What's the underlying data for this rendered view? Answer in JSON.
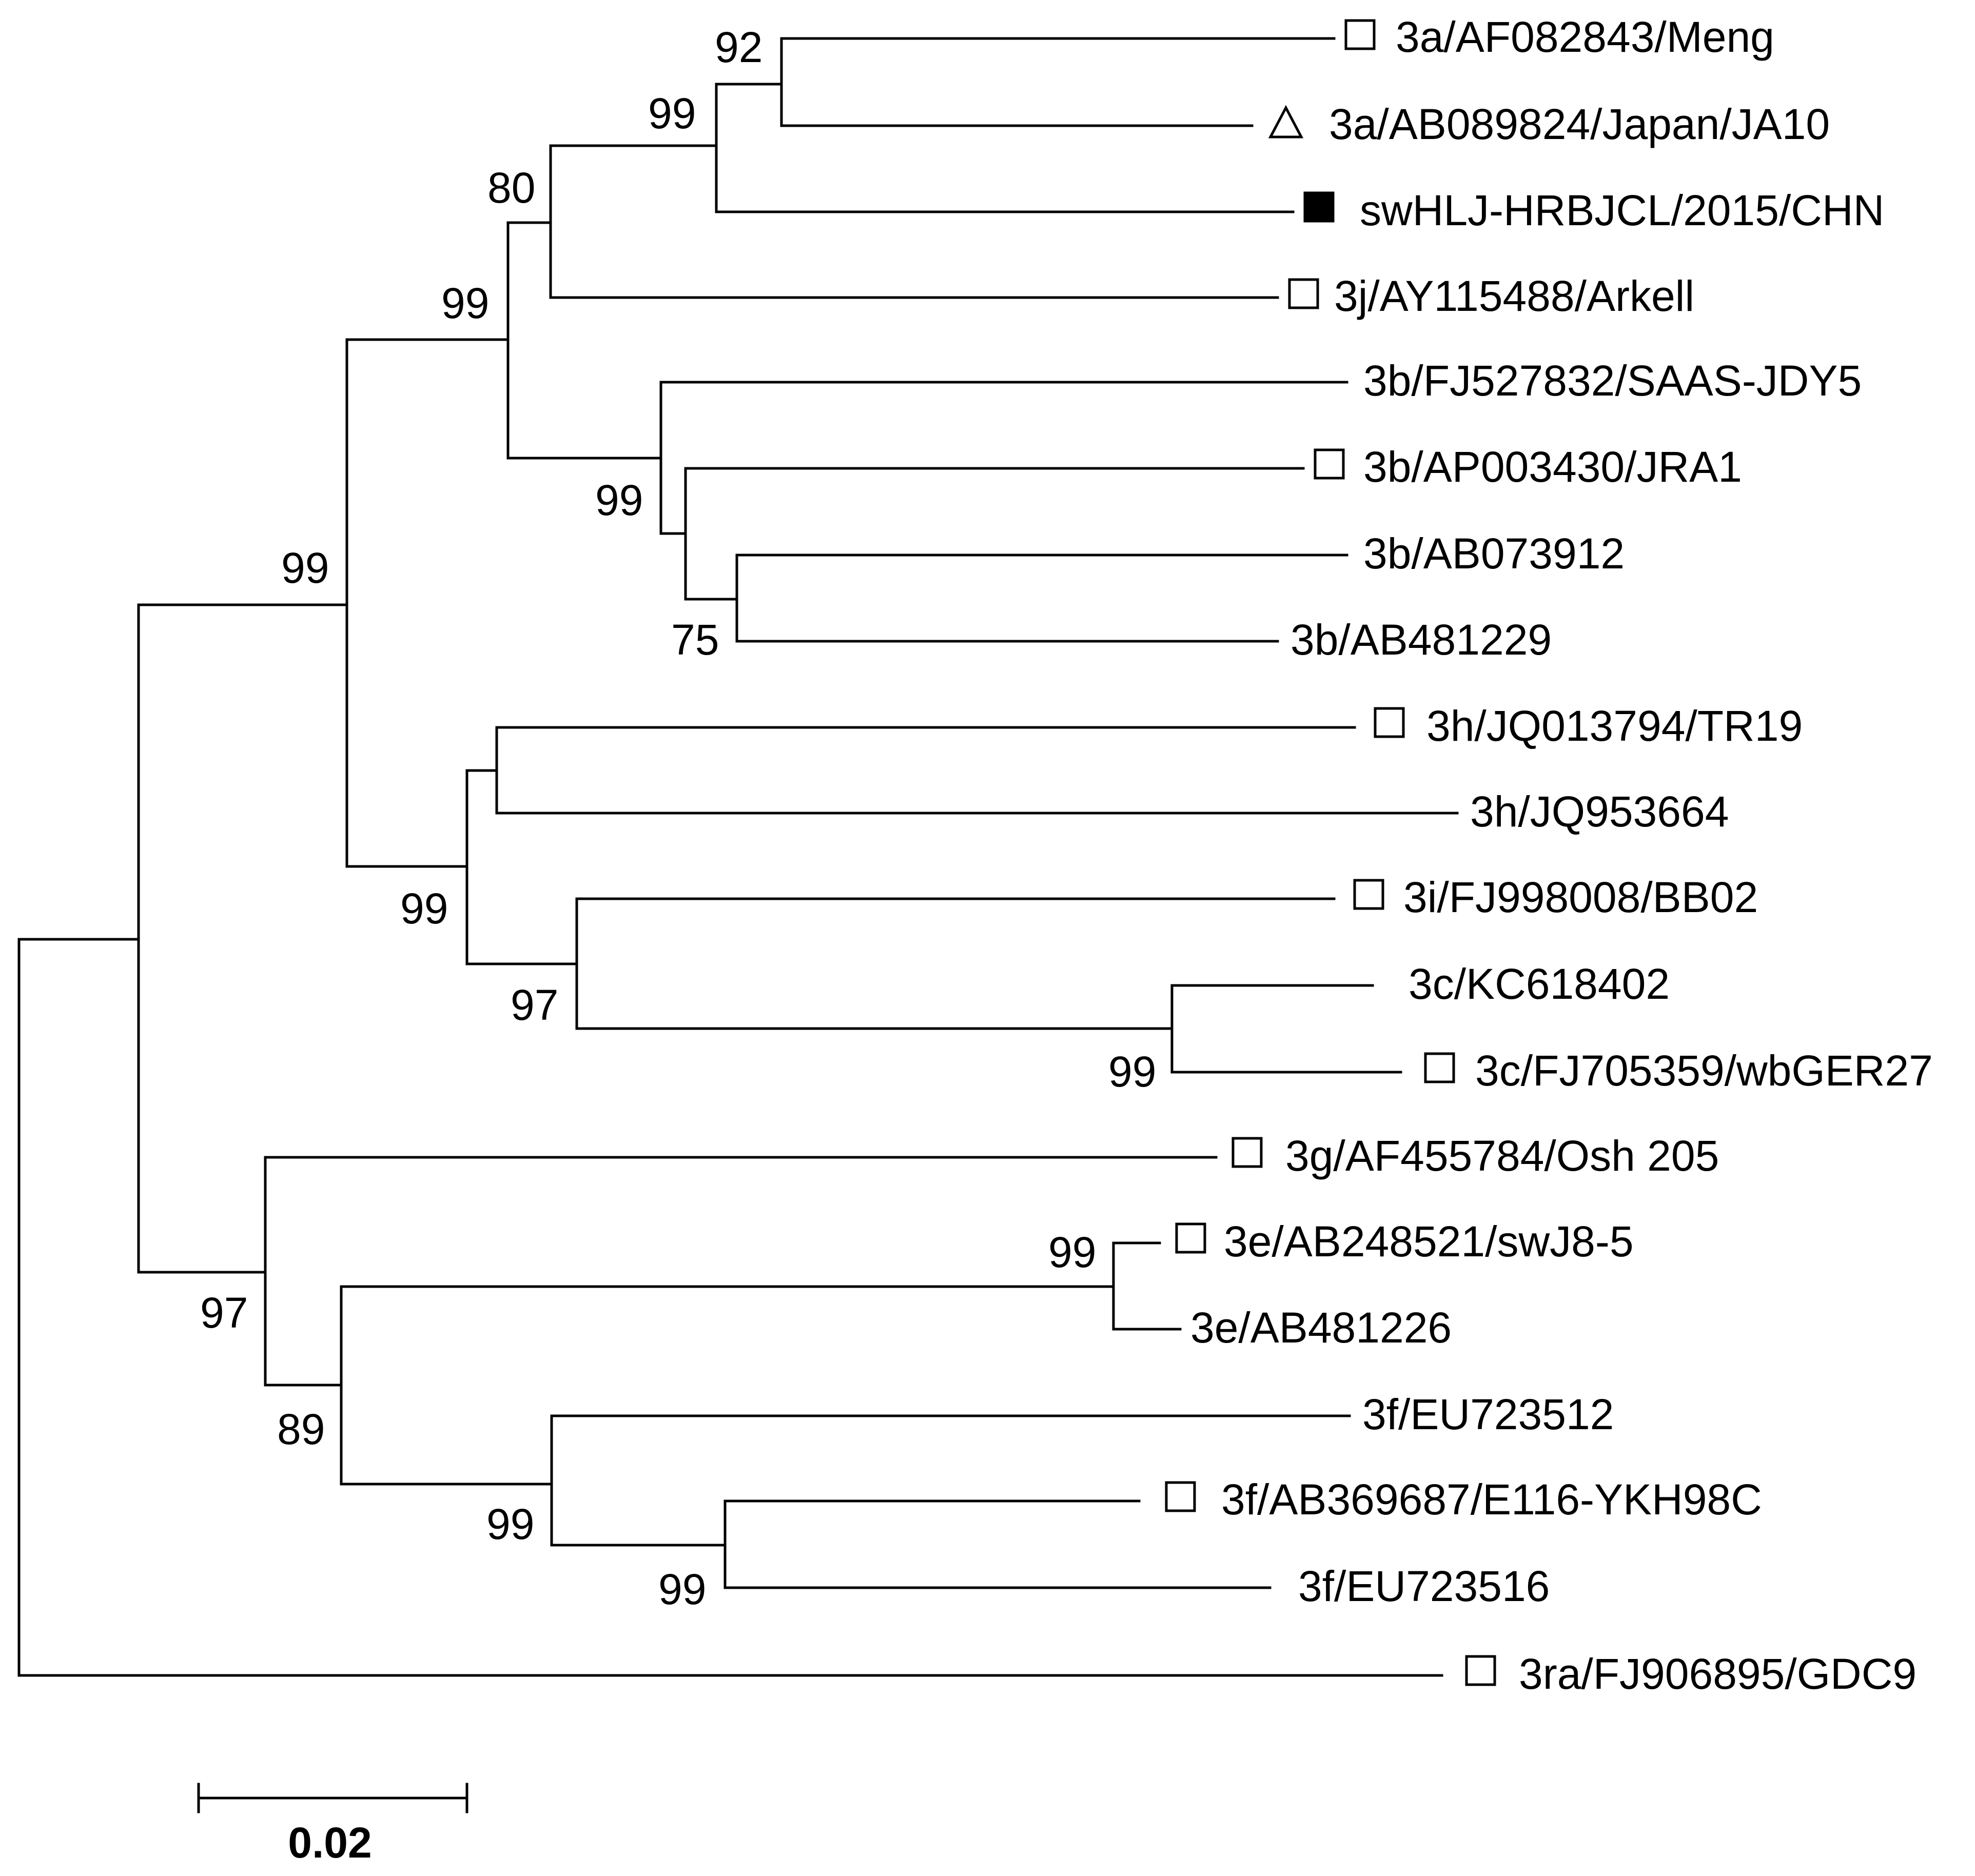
{
  "tree": {
    "taxa": [
      {
        "label": "3a/AF082843/Meng",
        "marker": "open-square"
      },
      {
        "label": "3a/AB089824/Japan/JA10",
        "marker": "open-triangle"
      },
      {
        "label": "swHLJ-HRBJCL/2015/CHN",
        "marker": "filled-square"
      },
      {
        "label": "3j/AY115488/Arkell",
        "marker": "open-square"
      },
      {
        "label": "3b/FJ527832/SAAS-JDY5",
        "marker": "none"
      },
      {
        "label": "3b/AP003430/JRA1",
        "marker": "open-square"
      },
      {
        "label": "3b/AB073912",
        "marker": "none"
      },
      {
        "label": "3b/AB481229",
        "marker": "none"
      },
      {
        "label": "3h/JQ013794/TR19",
        "marker": "open-square"
      },
      {
        "label": "3h/JQ953664",
        "marker": "none"
      },
      {
        "label": "3i/FJ998008/BB02",
        "marker": "open-square"
      },
      {
        "label": "3c/KC618402",
        "marker": "none"
      },
      {
        "label": "3c/FJ705359/wbGER27",
        "marker": "open-square"
      },
      {
        "label": "3g/AF455784/Osh 205",
        "marker": "open-square"
      },
      {
        "label": "3e/AB248521/swJ8-5",
        "marker": "open-square"
      },
      {
        "label": "3e/AB481226",
        "marker": "none"
      },
      {
        "label": "3f/EU723512",
        "marker": "none"
      },
      {
        "label": "3f/AB369687/E116-YKH98C",
        "marker": "open-square"
      },
      {
        "label": "3f/EU723516",
        "marker": "none"
      },
      {
        "label": "3ra/FJ906895/GDC9",
        "marker": "open-square"
      }
    ],
    "bootstrap": [
      {
        "node": "meng-japan",
        "value": "92"
      },
      {
        "node": "3a-plus-swhlj",
        "value": "99"
      },
      {
        "node": "3a-plus-3j",
        "value": "80"
      },
      {
        "node": "3a-3j-3b",
        "value": "99"
      },
      {
        "node": "3b-clade",
        "value": "99"
      },
      {
        "node": "3b-ab-pair",
        "value": "75"
      },
      {
        "node": "3abchij",
        "value": "99"
      },
      {
        "node": "3h-3i-3c",
        "value": "99"
      },
      {
        "node": "3i-3c",
        "value": "97"
      },
      {
        "node": "3c-pair",
        "value": "99"
      },
      {
        "node": "3efg",
        "value": "97"
      },
      {
        "node": "3e-3f",
        "value": "89"
      },
      {
        "node": "3e-pair",
        "value": "99"
      },
      {
        "node": "3f-clade",
        "value": "99"
      },
      {
        "node": "3f-sub",
        "value": "99"
      }
    ],
    "scale_bar": {
      "label": "0.02",
      "length": 0.02
    },
    "colors": {
      "line": "#000000",
      "background": "#ffffff"
    }
  }
}
